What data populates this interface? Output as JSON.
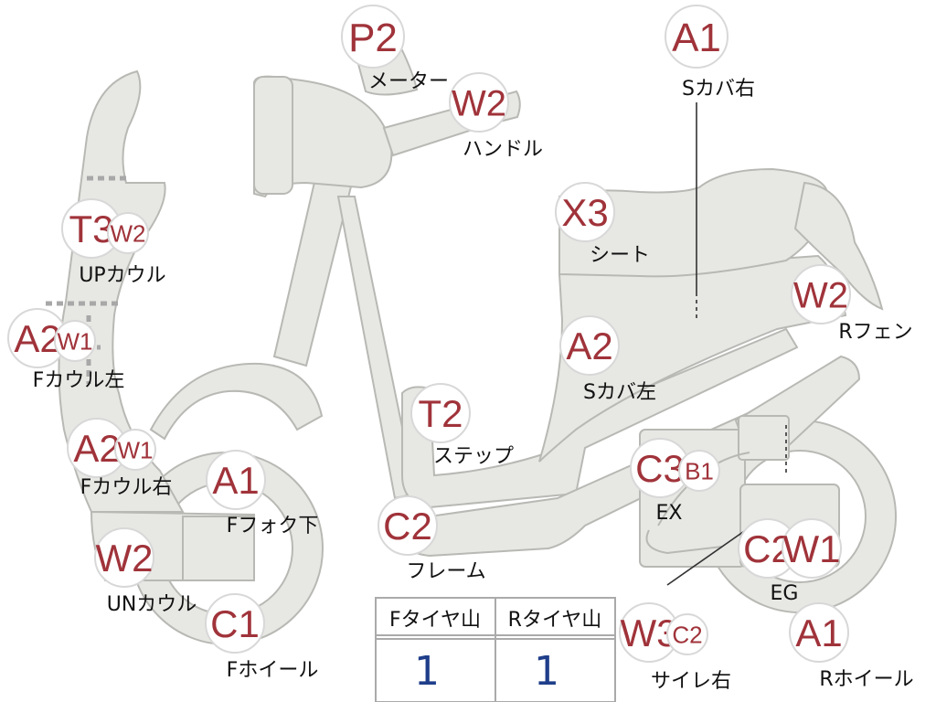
{
  "parts": [
    {
      "id": "meter",
      "label": "メーター",
      "grades": [
        "P2"
      ]
    },
    {
      "id": "handle",
      "label": "ハンドル",
      "grades": [
        "W2"
      ]
    },
    {
      "id": "side-cover-right",
      "label": "Sカバ右",
      "grades": [
        "A1"
      ]
    },
    {
      "id": "up-cowl",
      "label": "UPカウル",
      "grades": [
        "T3",
        "W2"
      ]
    },
    {
      "id": "seat",
      "label": "シート",
      "grades": [
        "X3"
      ]
    },
    {
      "id": "rear-fender",
      "label": "Rフェン",
      "grades": [
        "W2"
      ]
    },
    {
      "id": "front-cowl-left",
      "label": "Fカウル左",
      "grades": [
        "A2",
        "W1"
      ]
    },
    {
      "id": "side-cover-left",
      "label": "Sカバ左",
      "grades": [
        "A2"
      ]
    },
    {
      "id": "step",
      "label": "ステップ",
      "grades": [
        "T2"
      ]
    },
    {
      "id": "front-cowl-right",
      "label": "Fカウル右",
      "grades": [
        "A2",
        "W1"
      ]
    },
    {
      "id": "front-fork-lower",
      "label": "Fフォク下",
      "grades": [
        "A1"
      ]
    },
    {
      "id": "exhaust",
      "label": "EX",
      "grades": [
        "C3",
        "B1"
      ]
    },
    {
      "id": "frame",
      "label": "フレーム",
      "grades": [
        "C2"
      ]
    },
    {
      "id": "engine",
      "label": "EG",
      "grades": [
        "C2",
        "W1"
      ]
    },
    {
      "id": "under-cowl",
      "label": "UNカウル",
      "grades": [
        "W2"
      ]
    },
    {
      "id": "front-wheel",
      "label": "Fホイール",
      "grades": [
        "C1"
      ]
    },
    {
      "id": "muffler-right",
      "label": "サイレ右",
      "grades": [
        "W3",
        "C2"
      ]
    },
    {
      "id": "rear-wheel",
      "label": "Rホイール",
      "grades": [
        "A1"
      ]
    }
  ],
  "tire_table": {
    "headers": [
      "Fタイヤ山",
      "Rタイヤ山"
    ],
    "values": [
      "1",
      "1"
    ]
  },
  "colors": {
    "grade_text": "#a0333a",
    "value_text": "#1f3e8a",
    "body_fill": "#e7e7e4",
    "body_stroke": "#b8b8b4"
  }
}
